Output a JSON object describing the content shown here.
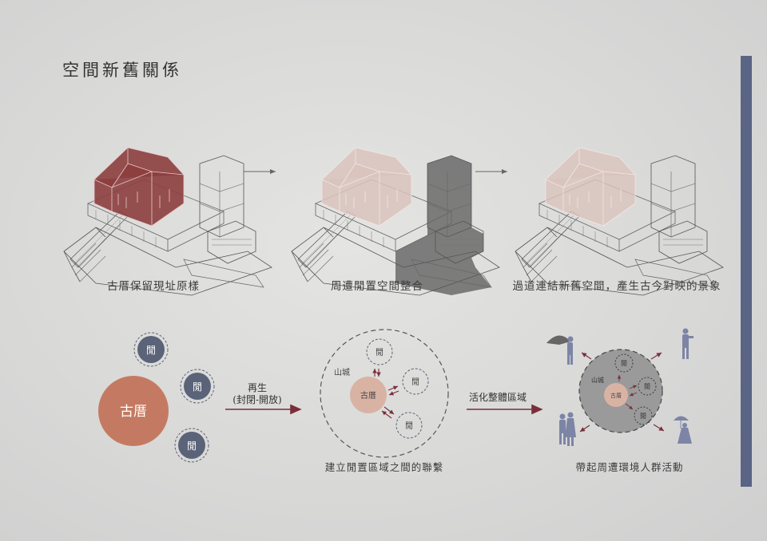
{
  "title": "空間新舊關係",
  "stage_captions": [
    "古厝保留現址原樣",
    "周遭閒置空間整合",
    "過道連結新舊空間，產生古今對映的景象"
  ],
  "diagram_captions": [
    "建立閒置區域之間的聯繫",
    "帶起周遭環境人群活動"
  ],
  "arrow_labels": {
    "regen_line1": "再生",
    "regen_line2": "(封閉-開放)",
    "activate": "活化整體區域"
  },
  "nodes": {
    "old_house": "古厝",
    "idle": "閒",
    "area": "山城"
  },
  "colors": {
    "accent_bar": "#5a6485",
    "old_house": "#c47a62",
    "old_house_light": "#d8b3a4",
    "idle_fill": "#5b6378",
    "arrow": "#7a2e3a",
    "activity_fill": "#9a9a9a",
    "figure": "#7d85a6"
  }
}
